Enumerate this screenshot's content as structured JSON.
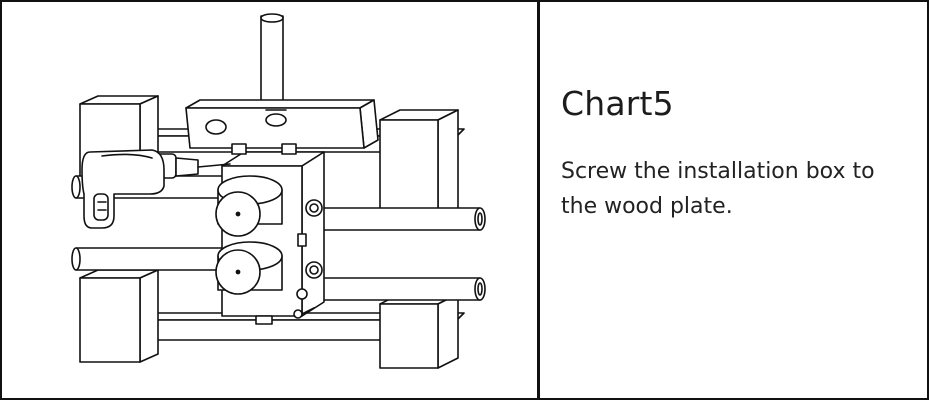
{
  "step": {
    "title": "Chart5",
    "description": "Screw the installation box to the wood plate."
  },
  "illustration": {
    "icon": "installation-box-drill-diagram",
    "line_color": "#111111",
    "fill_color": "#ffffff"
  }
}
